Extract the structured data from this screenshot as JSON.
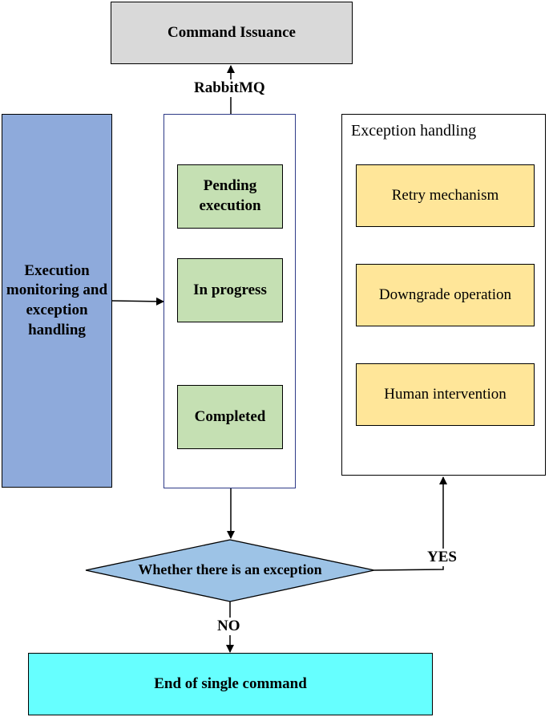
{
  "nodes": {
    "command_issuance": "Command Issuance",
    "rabbitmq": "RabbitMQ",
    "monitoring": "Execution monitoring and exception handling",
    "pending": "Pending execution",
    "in_progress": "In progress",
    "completed": "Completed",
    "exception_title": "Exception handling",
    "retry": "Retry mechanism",
    "downgrade": "Downgrade operation",
    "human": "Human intervention",
    "decision": "Whether there is an exception",
    "yes": "YES",
    "no": "NO",
    "end": "End of single command"
  },
  "colors": {
    "command_issuance": "#d9d9d9",
    "monitoring": "#8eaadb",
    "status_box": "#c5e0b3",
    "exception_item": "#ffe699",
    "decision": "#9dc3e6",
    "end": "#66ffff"
  }
}
